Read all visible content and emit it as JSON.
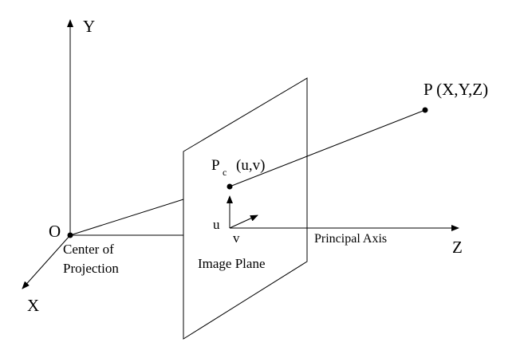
{
  "diagram": {
    "labels": {
      "y_axis": "Y",
      "x_axis": "X",
      "z_axis": "Z",
      "origin": "O",
      "center_line1": "Center of",
      "center_line2": "Projection",
      "image_plane": "Image Plane",
      "principal_axis": "Principal Axis",
      "point_p": "P (X,Y,Z)",
      "point_pc_main": "P",
      "point_pc_sub": "c",
      "point_pc_coords": "(u,v)",
      "u": "u",
      "v": "v"
    }
  }
}
